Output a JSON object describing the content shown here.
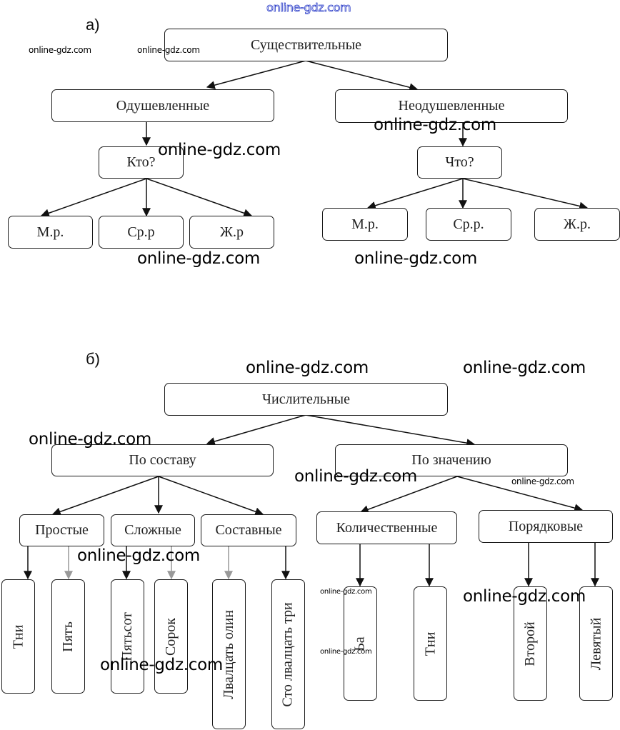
{
  "header_watermark": "online-gdz.com",
  "part_a": {
    "label": "а)",
    "root": "Существительные",
    "level1": [
      "Одушевленные",
      "Неодушевленные"
    ],
    "questions": [
      "Кто?",
      "Что?"
    ],
    "left_leaves": [
      "М.р.",
      "Ср.р",
      "Ж.р"
    ],
    "right_leaves": [
      "М.р.",
      "Ср.р.",
      "Ж.р."
    ]
  },
  "part_b": {
    "label": "б)",
    "root": "Числительные",
    "level1": [
      "По составу",
      "По значению"
    ],
    "level2_left": [
      "Простые",
      "Сложные",
      "Составные"
    ],
    "level2_right": [
      "Количественные",
      "Порядковые"
    ],
    "leaves": [
      "Тни",
      "Пятъ",
      "Пятьсот",
      "Сорок",
      "Лвалцать олин",
      "Сто лвалцать три",
      "Ьа",
      "Тни",
      "Второй",
      "Левятый"
    ]
  },
  "watermarks": {
    "text": "online-gdz.com"
  }
}
